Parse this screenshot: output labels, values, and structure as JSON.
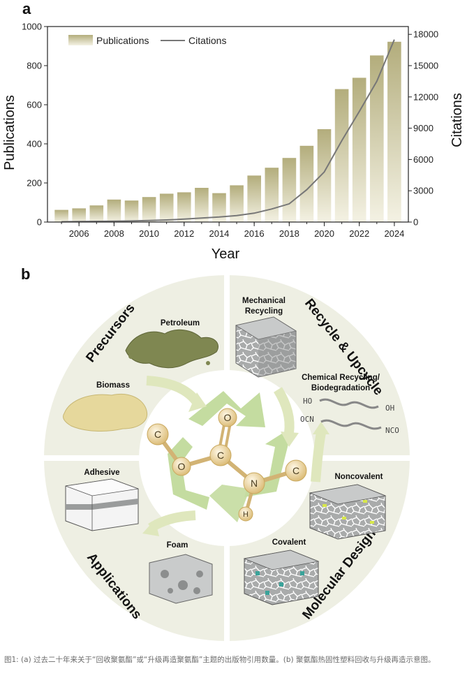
{
  "panel_a_label": "a",
  "panel_b_label": "b",
  "chart_data": {
    "type": "bar",
    "x": [
      2005,
      2006,
      2007,
      2008,
      2009,
      2010,
      2011,
      2012,
      2013,
      2014,
      2015,
      2016,
      2017,
      2018,
      2019,
      2020,
      2021,
      2022,
      2023,
      2024
    ],
    "series": [
      {
        "name": "Publications",
        "type": "bar",
        "axis": "left",
        "values": [
          62,
          70,
          85,
          115,
          110,
          128,
          145,
          152,
          175,
          148,
          188,
          238,
          278,
          328,
          390,
          475,
          680,
          738,
          852,
          922
        ]
      },
      {
        "name": "Citations",
        "type": "line",
        "axis": "right",
        "values": [
          30,
          50,
          70,
          90,
          110,
          150,
          200,
          280,
          380,
          480,
          620,
          850,
          1250,
          1750,
          3100,
          4800,
          7800,
          10600,
          13500,
          17500
        ]
      }
    ],
    "xlabel": "Year",
    "ylabel": "Publications",
    "y2label": "Citations",
    "ylim": [
      0,
      1000
    ],
    "y2lim": [
      0,
      18750
    ],
    "xticks": [
      "2006",
      "2008",
      "2010",
      "2012",
      "2014",
      "2016",
      "2018",
      "2020",
      "2022",
      "2024"
    ],
    "yticks": [
      "0",
      "200",
      "400",
      "600",
      "800",
      "1000"
    ],
    "y2ticks": [
      "0",
      "3000",
      "6000",
      "9000",
      "12000",
      "15000",
      "18000"
    ],
    "legend_position": "top-left",
    "grid": false,
    "colors": {
      "bar_top": "#b3ad7c",
      "bar_bottom": "#f4f2e4",
      "line": "#777777"
    }
  },
  "diagram": {
    "sections": {
      "precursors": "Precursors",
      "recycle": "Recycle & Upcycle",
      "applications": "Applications",
      "molecular_design": "Molecular Design"
    },
    "labels": {
      "petroleum": "Petroleum",
      "biomass": "Biomass",
      "mechanical_1": "Mechanical",
      "mechanical_2": "Recycling",
      "chemical_1": "Chemical Recycling/",
      "chemical_2": "Biodegradation",
      "adhesive": "Adhesive",
      "foam": "Foam",
      "noncovalent": "Noncovalent",
      "covalent": "Covalent"
    },
    "molecules": {
      "ho": "HO",
      "oh": "OH",
      "ocn": "OCN",
      "nco": "NCO"
    },
    "atoms": {
      "c1": "C",
      "o1": "O",
      "c2": "C",
      "o2": "O",
      "n": "N",
      "h": "H",
      "c3": "C"
    },
    "colors": {
      "disk": "#eeefe3",
      "arrow": "#c4dca0",
      "arrow_light": "#dfe7bd",
      "atom": "#e3c98c",
      "bond": "#d2b374",
      "petroleum": "#7f8751",
      "biomass": "#e6d89c"
    }
  },
  "caption": "图1: (a) 过去二十年来关于“回收聚氨酯”或“升级再造聚氨酯”主题的出版物引用数量。(b) 聚氨酯热固性塑料回收与升级再造示意图。"
}
